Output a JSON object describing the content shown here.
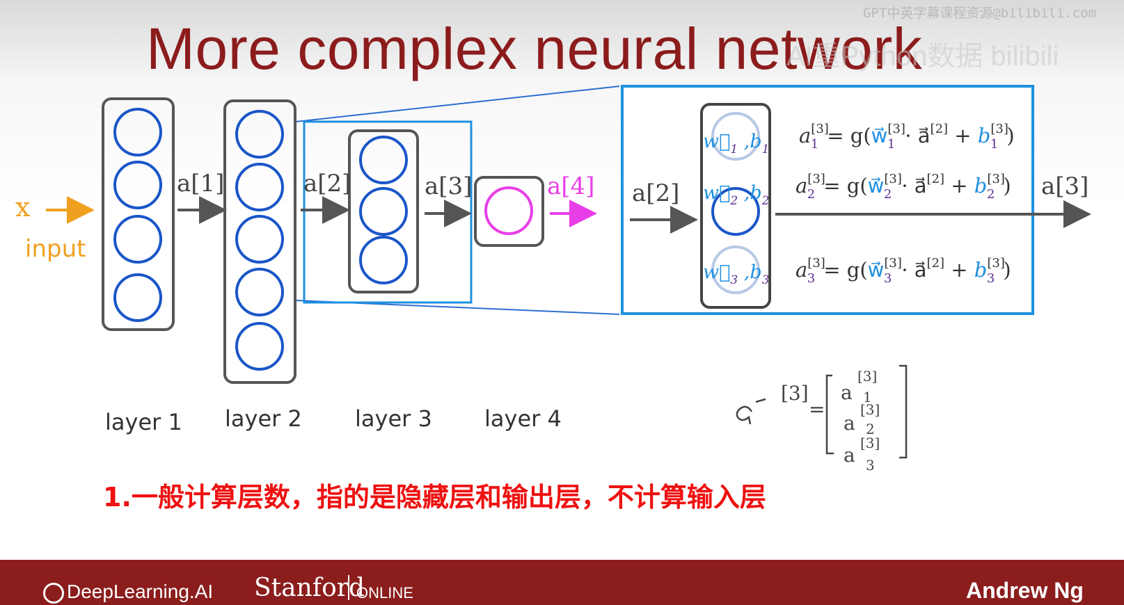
{
  "title": "More complex neural network",
  "watermark": "GPT中英字幕课程资源@bilibili.com",
  "watermark_overlay": "AI重Python数据 bilibili",
  "input": {
    "symbol": "x",
    "label": "input"
  },
  "activations": {
    "a1": "a[1]",
    "a2": "a[2]",
    "a3": "a[3]",
    "a4": "a[4]"
  },
  "layers": [
    "layer 1",
    "layer 2",
    "layer 3",
    "layer 4"
  ],
  "zoom": {
    "input_label": "a[2]",
    "output_label": "a[3]",
    "units": [
      {
        "param": "w1 , b1",
        "equation": "a1[3] = g(w1[3] · a[2] + b1[3])"
      },
      {
        "param": "w2 , b2",
        "equation": "a2[3] = g(w2[3] · a[2] + b2[3])"
      },
      {
        "param": "w3 , b3",
        "equation": "a3[3] = g(w3[3] · a[2] + b3[3])"
      }
    ]
  },
  "handwritten_vector": "a[3] = [a1[3], a2[3], a3[3]]",
  "note": "1.一般计算层数，指的是隐藏层和输出层，不计算输入层",
  "footer": {
    "brand": "DeepLearning.AI",
    "stanford": "Stanford",
    "online": "ONLINE",
    "author": "Andrew Ng"
  },
  "colors": {
    "title": "#8c1c1c",
    "footer": "#8b1d1d",
    "neuron": "#1a56c8",
    "output": "#e83ee8",
    "input": "#f0a020",
    "highlight": "#1e90e0",
    "note": "#ee1111"
  }
}
